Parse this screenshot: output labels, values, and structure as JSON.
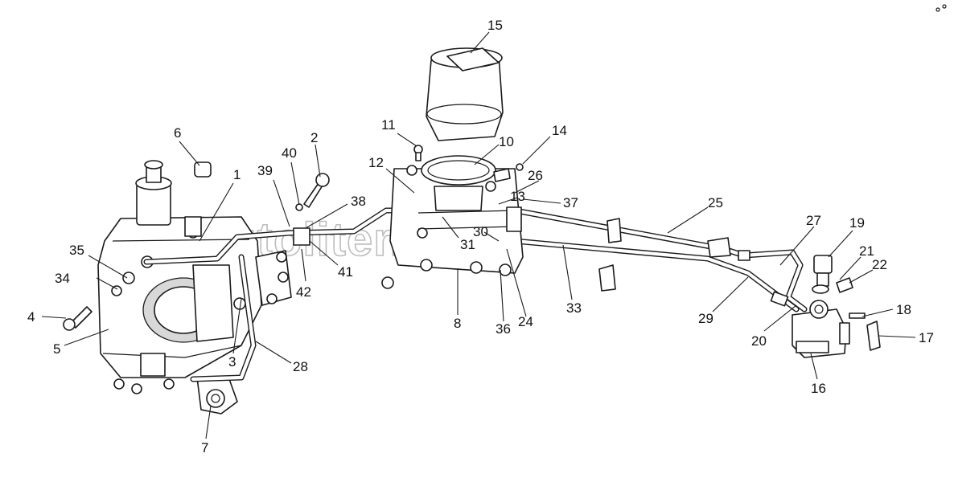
{
  "diagram": {
    "watermark": "autoliter.ru",
    "callouts": [
      "1",
      "2",
      "3",
      "4",
      "5",
      "6",
      "7",
      "8",
      "10",
      "11",
      "12",
      "13",
      "14",
      "15",
      "16",
      "17",
      "18",
      "19",
      "20",
      "21",
      "22",
      "24",
      "25",
      "26",
      "27",
      "28",
      "29",
      "30",
      "31",
      "33",
      "34",
      "35",
      "36",
      "37",
      "38",
      "39",
      "40",
      "41",
      "42"
    ]
  }
}
